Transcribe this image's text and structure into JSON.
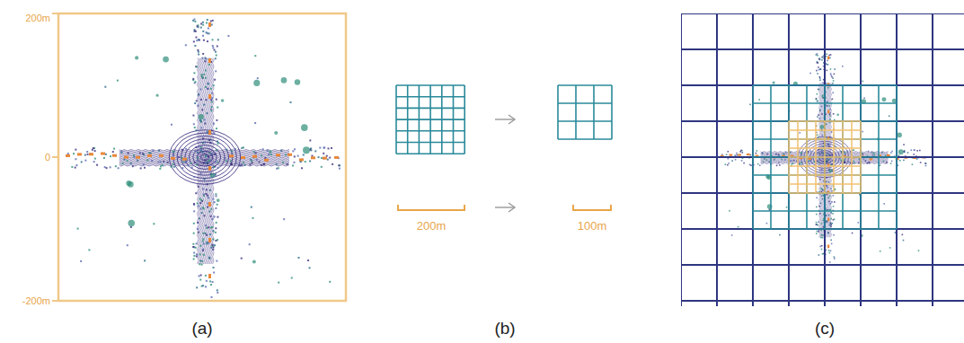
{
  "diagram": {
    "labels": [
      "200m",
      "0",
      "-200m",
      "200m",
      "100m",
      "(a)",
      "(b)",
      "(c)"
    ]
  }
}
